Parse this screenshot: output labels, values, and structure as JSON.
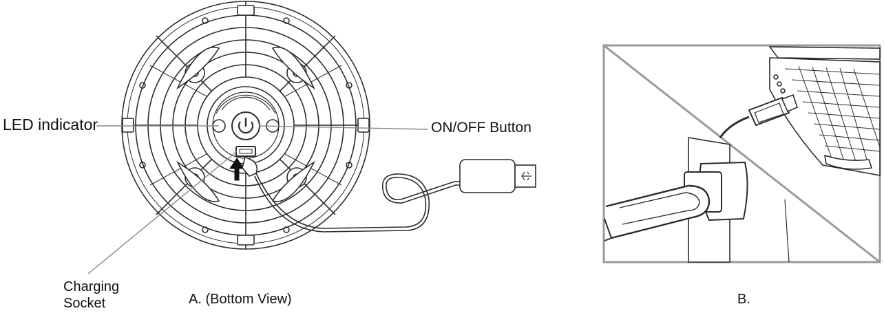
{
  "labels": {
    "led_indicator": "LED indicator",
    "on_off_button": "ON/OFF Button",
    "charging_socket_line1": "Charging",
    "charging_socket_line2": "Socket",
    "panel_a_caption": "A. (Bottom View)",
    "panel_b_caption": "B."
  },
  "colors": {
    "line": "#2b2b2b",
    "leader": "#888888",
    "frame": "#9a9a9a"
  }
}
